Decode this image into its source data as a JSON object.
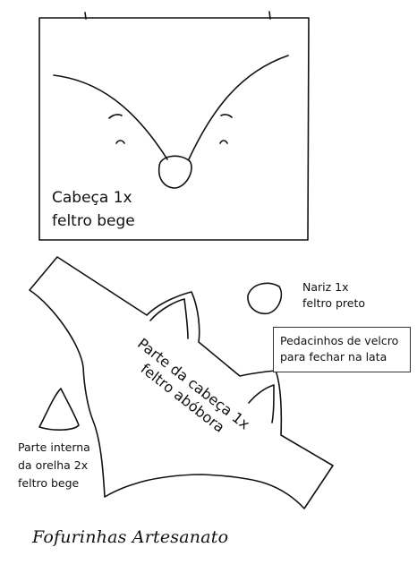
{
  "pieces": {
    "head": {
      "name": "Cabeça 1x",
      "material": "feltro bege"
    },
    "nose": {
      "name": "Nariz 1x",
      "material": "feltro preto"
    },
    "velcro": {
      "line1": "Pedacinhos de velcro",
      "line2": "para fechar na lata"
    },
    "head_band": {
      "name": "Parte da cabeça 1x",
      "material": "feltro abóbora"
    },
    "inner_ear": {
      "name": "Parte interna",
      "line2": "da orelha 2x",
      "material": "feltro bege"
    }
  },
  "credit": "Fofurinhas Artesanato",
  "colors": {
    "ink": "#111111",
    "paper": "#ffffff"
  }
}
